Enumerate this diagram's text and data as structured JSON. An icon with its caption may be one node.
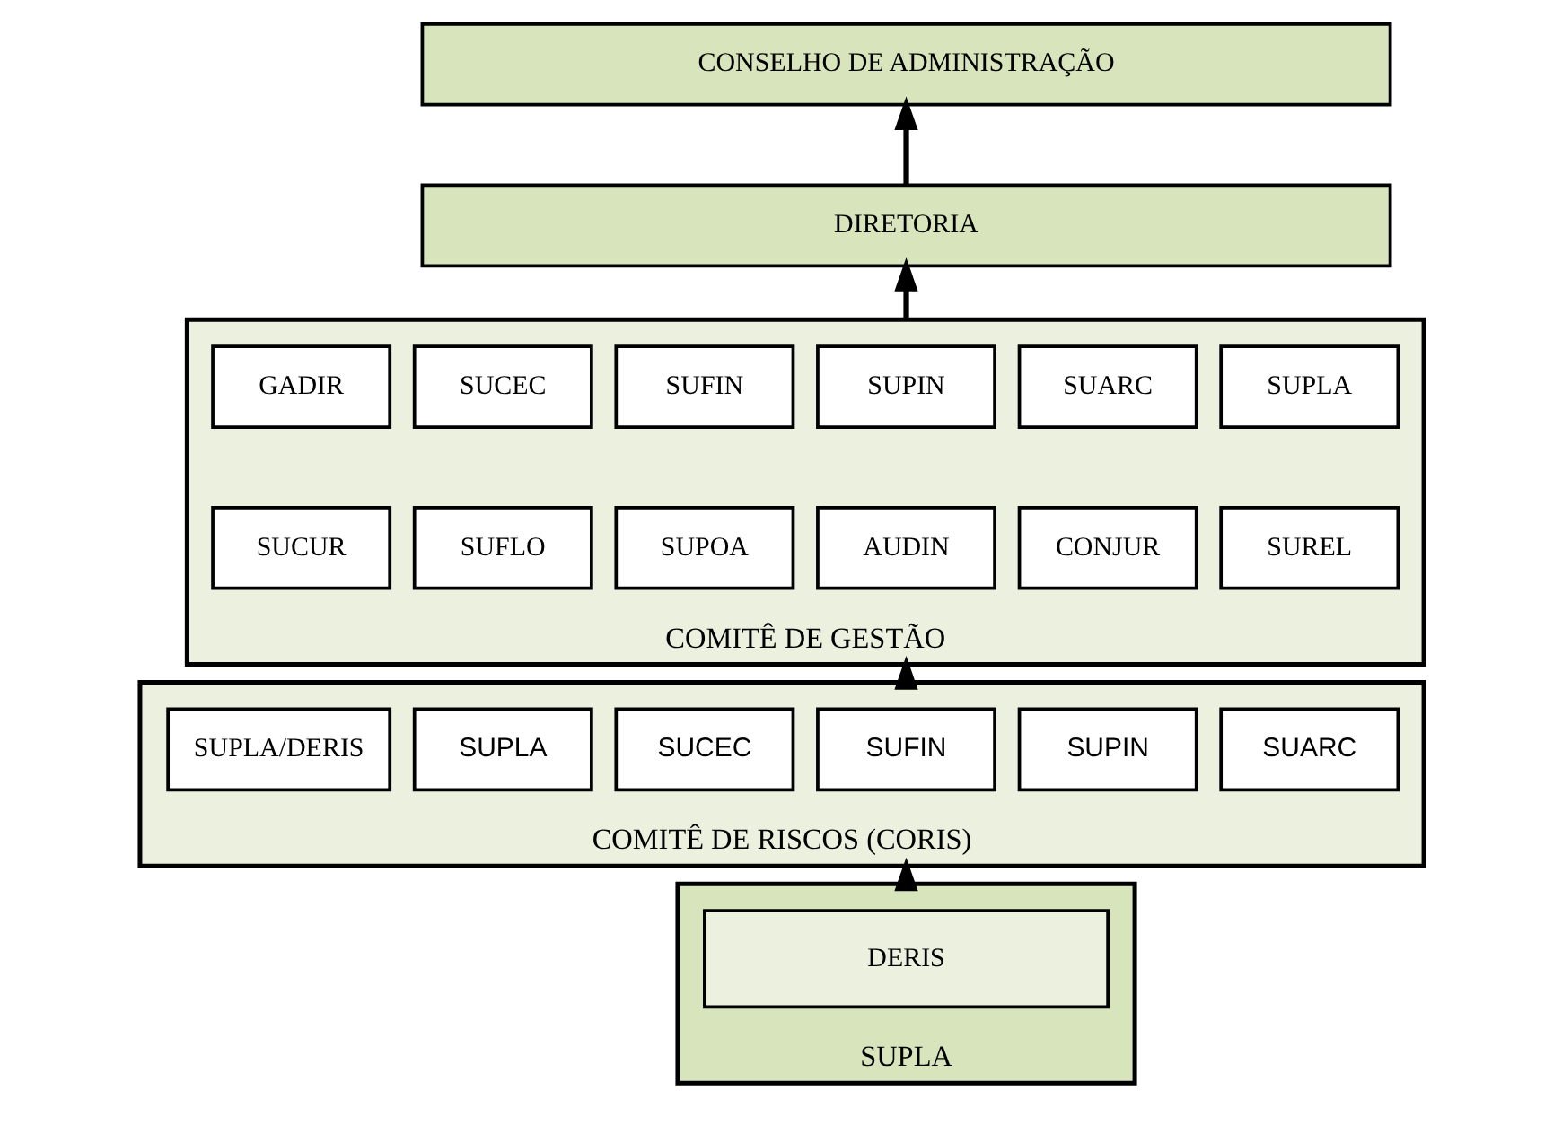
{
  "diagram": {
    "nodes": [
      {
        "text": [
          "CONSELHO DE ADMINISTRAÇÃO"
        ]
      },
      {
        "text": [
          "DIRETORIA"
        ]
      },
      {
        "text": [
          "COMITÊ DE GESTÃO"
        ]
      },
      {
        "text": [
          "GADIR"
        ],
        "in": 2
      },
      {
        "text": [
          "SUCEC"
        ],
        "in": 2
      },
      {
        "text": [
          "SUFIN"
        ],
        "in": 2
      },
      {
        "text": [
          "SUPIN"
        ],
        "in": 2
      },
      {
        "text": [
          "SUARC"
        ],
        "in": 2
      },
      {
        "text": [
          "SUPLA"
        ],
        "in": 2
      },
      {
        "text": [
          "SUCUR"
        ],
        "in": 2
      },
      {
        "text": [
          "SUFLO"
        ],
        "in": 2
      },
      {
        "text": [
          "SUPOA"
        ],
        "in": 2
      },
      {
        "text": [
          "AUDIN"
        ],
        "in": 2
      },
      {
        "text": [
          "CONJUR"
        ],
        "in": 2
      },
      {
        "text": [
          "SUREL"
        ],
        "in": 2
      },
      {
        "text": [
          "COMITÊ DE RISCOS (CORIS)"
        ]
      },
      {
        "text": [
          "SUPLA/DERIS"
        ],
        "in": 15
      },
      {
        "text": [
          "SUPLA"
        ],
        "in": 15
      },
      {
        "text": [
          "SUCEC"
        ],
        "in": 15
      },
      {
        "text": [
          "SUFIN"
        ],
        "in": 15
      },
      {
        "text": [
          "SUPIN"
        ],
        "in": 15
      },
      {
        "text": [
          "SUARC"
        ],
        "in": 15
      },
      {
        "text": [
          "SUPLA"
        ]
      },
      {
        "text": [
          "DERIS"
        ],
        "in": 22
      }
    ],
    "edges": [
      {
        "from": 1,
        "to": 0,
        "arrow": "to"
      },
      {
        "from": 2,
        "to": 1,
        "arrow": "to"
      },
      {
        "from": 15,
        "to": 2,
        "arrow": "to"
      },
      {
        "from": 22,
        "to": 15,
        "arrow": "to"
      }
    ]
  }
}
